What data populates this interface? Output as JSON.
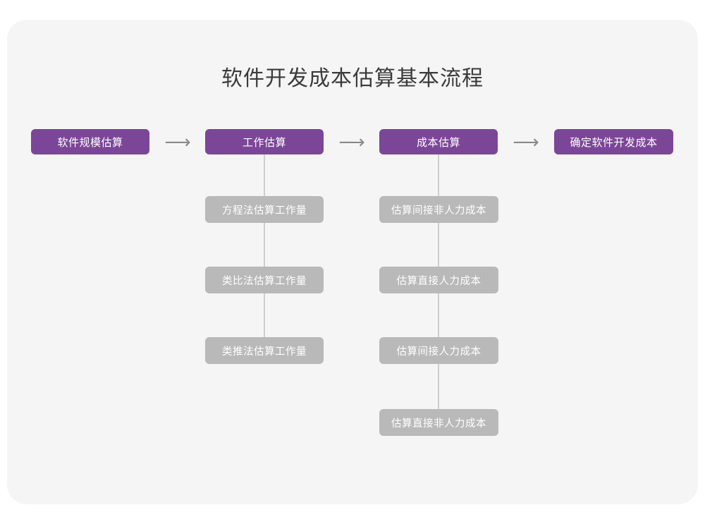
{
  "diagram": {
    "title": "软件开发成本估算基本流程",
    "arrow_glyph": "⟶",
    "colors": {
      "page_background": "#ffffff",
      "card_background": "#f5f5f5",
      "primary_node": "#7c4698",
      "sub_node": "#b9b9b9",
      "connector_line": "#cfcfcf",
      "title_text": "#3b3b3b",
      "node_text": "#ffffff",
      "arrow": "#8a8a8a"
    },
    "main_flow": [
      {
        "label": "软件规模估算"
      },
      {
        "label": "工作估算"
      },
      {
        "label": "成本估算"
      },
      {
        "label": "确定软件开发成本"
      }
    ],
    "arrows": [
      {
        "label": "⟶"
      },
      {
        "label": "⟶"
      },
      {
        "label": "⟶"
      }
    ],
    "effort_substeps": [
      {
        "label": "方程法估算工作量"
      },
      {
        "label": "类比法估算工作量"
      },
      {
        "label": "类推法估算工作量"
      }
    ],
    "cost_substeps": [
      {
        "label": "估算间接非人力成本"
      },
      {
        "label": "估算直接人力成本"
      },
      {
        "label": "估算间接人力成本"
      },
      {
        "label": "估算直接非人力成本"
      }
    ]
  }
}
